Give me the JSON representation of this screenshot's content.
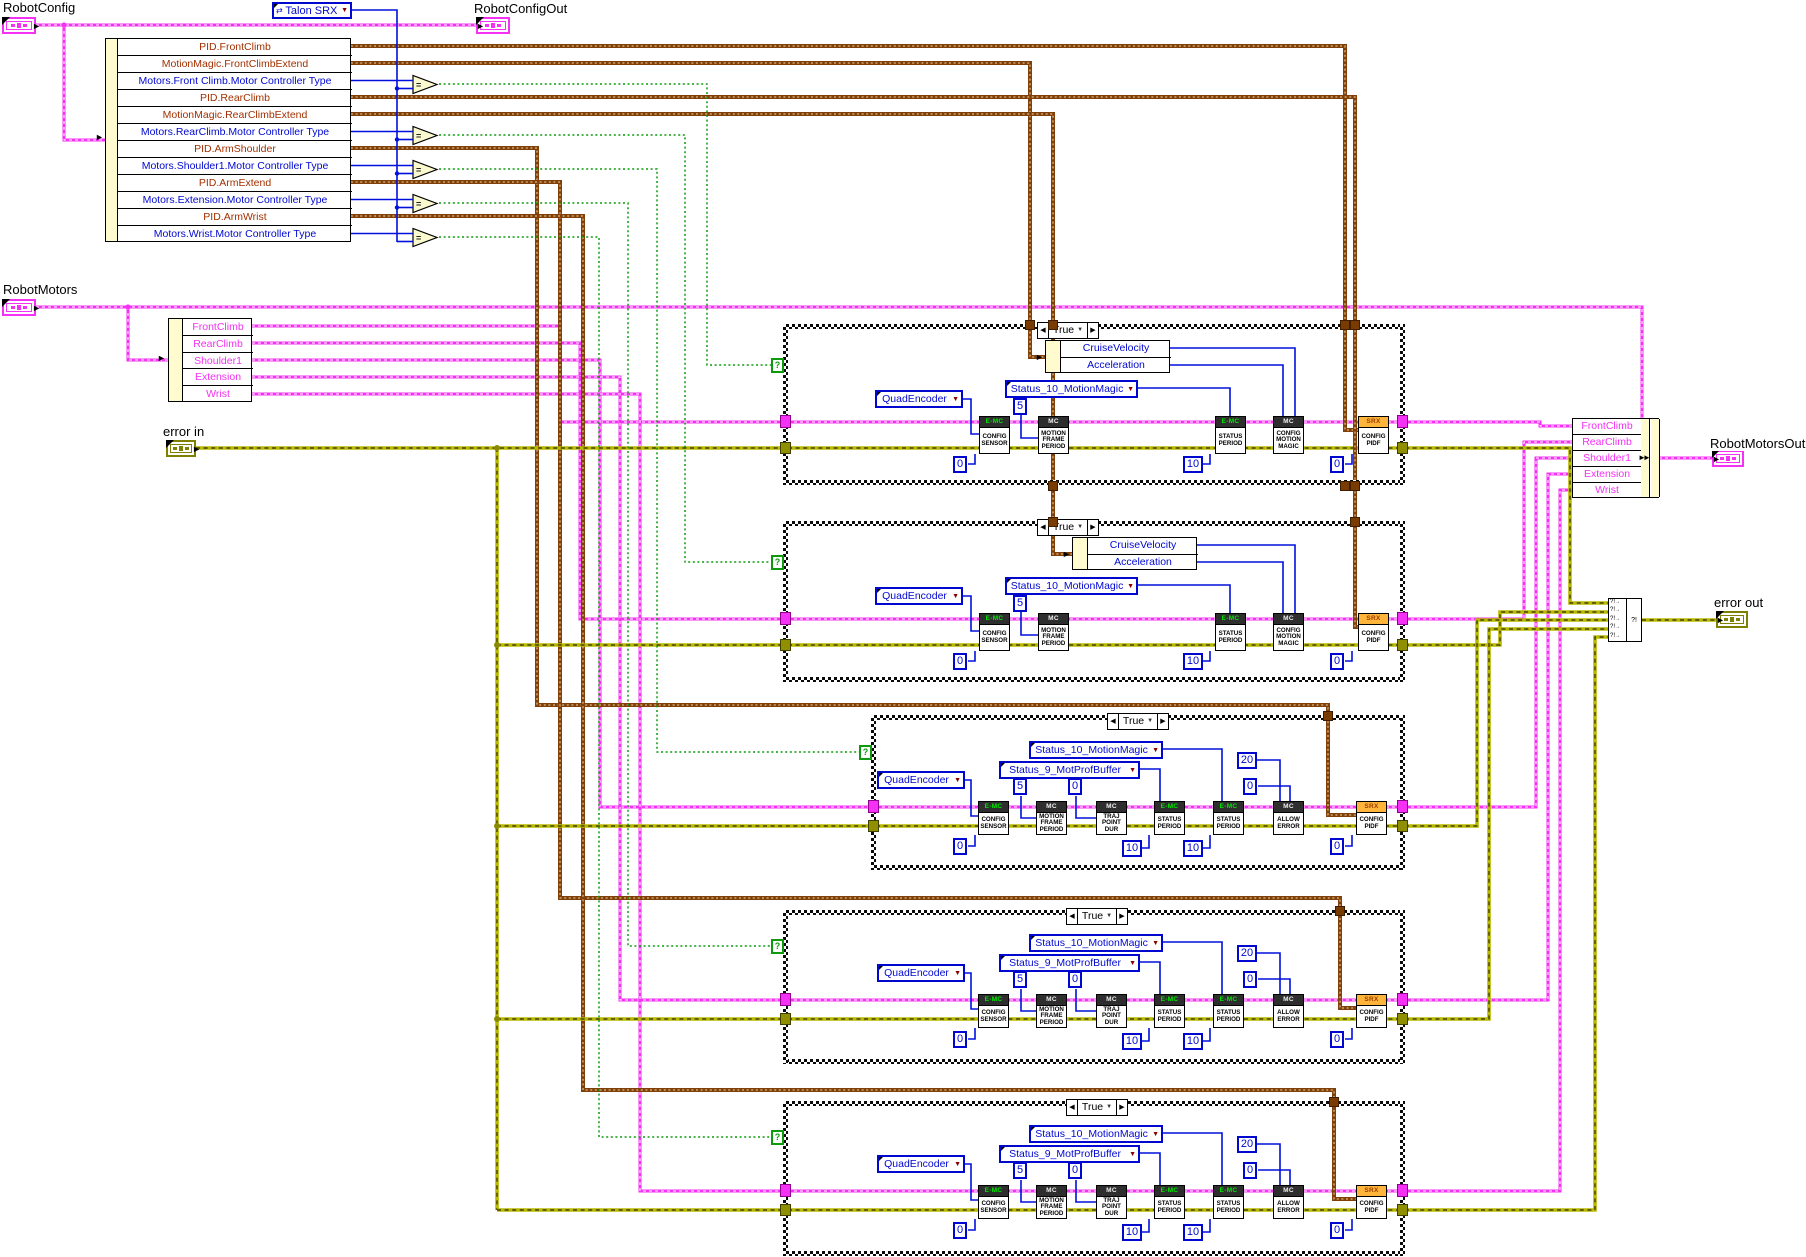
{
  "palette": {
    "wire_pink": "#F431F4",
    "wire_brown": "#81400A",
    "wire_brown_dash": "#DDBA82",
    "wire_blue": "#0010DC",
    "wire_green": "#0D9B0D",
    "wire_olive": "#B9B900",
    "wire_olive_dash": "#2E2E00",
    "cream": "#FFFBCE",
    "enum_blue": "#0008D0",
    "field_red": "#A33000",
    "field_pink": "#F431F4",
    "node_header_bg": "#2E2E2E",
    "emc_green": "#00E800",
    "mc_text": "#F0F0F0",
    "srx_bg": "#FFB43B",
    "srx_text": "#9B3E00",
    "error_olive": "#7F7F00"
  },
  "labels": {
    "robot_config": "RobotConfig",
    "robot_config_out": "RobotConfigOut",
    "robot_motors": "RobotMotors",
    "robot_motors_out": "RobotMotorsOut",
    "error_in": "error in",
    "error_out": "error out"
  },
  "constants": {
    "talon_srx": "Talon SRX"
  },
  "comparison": {
    "equals": "="
  },
  "icons": {
    "dropdown_arrow": "▼",
    "selector_prev": "◀",
    "selector_next": "▶",
    "selector_dropdown": "▼",
    "input_arrow": "►",
    "bundle_arrow": "►►",
    "merge_glyph": "?!",
    "merge_arrow": "→",
    "ring_glyph": "⇄",
    "case_selector_q": "?"
  },
  "config_unbundle": {
    "fields": [
      {
        "label": "PID.FrontClimb",
        "kind": "cluster"
      },
      {
        "label": "MotionMagic.FrontClimbExtend",
        "kind": "cluster"
      },
      {
        "label": "Motors.Front Climb.Motor Controller Type",
        "kind": "enum"
      },
      {
        "label": "PID.RearClimb",
        "kind": "cluster"
      },
      {
        "label": "MotionMagic.RearClimbExtend",
        "kind": "cluster"
      },
      {
        "label": "Motors.RearClimb.Motor Controller Type",
        "kind": "enum"
      },
      {
        "label": "PID.ArmShoulder",
        "kind": "cluster"
      },
      {
        "label": "Motors.Shoulder1.Motor Controller Type",
        "kind": "enum"
      },
      {
        "label": "PID.ArmExtend",
        "kind": "cluster"
      },
      {
        "label": "Motors.Extension.Motor Controller Type",
        "kind": "enum"
      },
      {
        "label": "PID.ArmWrist",
        "kind": "cluster"
      },
      {
        "label": "Motors.Wrist.Motor Controller Type",
        "kind": "enum"
      }
    ]
  },
  "motors_unbundle": {
    "fields": [
      "FrontClimb",
      "RearClimb",
      "Shoulder1",
      "Extension",
      "Wrist"
    ]
  },
  "motors_bundle": {
    "fields": [
      "FrontClimb",
      "RearClimb",
      "Shoulder1",
      "Extension",
      "Wrist"
    ]
  },
  "node_types": {
    "config_sensor": {
      "header": "E-MC",
      "style": "emc",
      "lines": [
        "CONFIG",
        "SENSOR"
      ]
    },
    "motion_frame_period": {
      "header": "MC",
      "style": "mc",
      "lines": [
        "MOTION",
        "FRAME",
        "PERIOD"
      ]
    },
    "status_period": {
      "header": "E-MC",
      "style": "emc",
      "lines": [
        "STATUS",
        "PERIOD"
      ]
    },
    "config_motion_magic": {
      "header": "MC",
      "style": "mc",
      "lines": [
        "CONFIG",
        "MOTION",
        "MAGIC"
      ]
    },
    "traj_point_dur": {
      "header": "MC",
      "style": "mc",
      "lines": [
        "TRAJ",
        "POINT",
        "DUR"
      ]
    },
    "allow_error": {
      "header": "MC",
      "style": "mc",
      "lines": [
        "ALLOW",
        "ERROR"
      ]
    },
    "config_pidf": {
      "header": "SRX",
      "style": "srx",
      "lines": [
        "CONFIG",
        "PIDF"
      ]
    }
  },
  "cases": [
    {
      "selector": "True",
      "style": "motion_magic",
      "unbundle_fields": [
        "CruiseVelocity",
        "Acceleration"
      ],
      "encoder": "QuadEncoder",
      "status_frame": "Status_10_MotionMagic",
      "values": {
        "sensor_zero": "0",
        "frame_ms": "5",
        "status_ms": "10",
        "pidf_zero": "0"
      }
    },
    {
      "selector": "True",
      "style": "motion_magic",
      "unbundle_fields": [
        "CruiseVelocity",
        "Acceleration"
      ],
      "encoder": "QuadEncoder",
      "status_frame": "Status_10_MotionMagic",
      "values": {
        "sensor_zero": "0",
        "frame_ms": "5",
        "status_ms": "10",
        "pidf_zero": "0"
      }
    },
    {
      "selector": "True",
      "style": "motion_profile",
      "encoder": "QuadEncoder",
      "status_frame": "Status_10_MotionMagic",
      "buffer_frame": "Status_9_MotProfBuffer",
      "values": {
        "sensor_zero": "0",
        "frame_ms": "5",
        "traj_zero": "0",
        "allow_twenty": "20",
        "allow_zero": "0",
        "status_ms": "10",
        "status2_ms": "10",
        "pidf_zero": "0"
      }
    },
    {
      "selector": "True",
      "style": "motion_profile",
      "encoder": "QuadEncoder",
      "status_frame": "Status_10_MotionMagic",
      "buffer_frame": "Status_9_MotProfBuffer",
      "values": {
        "sensor_zero": "0",
        "frame_ms": "5",
        "traj_zero": "0",
        "allow_twenty": "20",
        "allow_zero": "0",
        "status_ms": "10",
        "status2_ms": "10",
        "pidf_zero": "0"
      }
    },
    {
      "selector": "True",
      "style": "motion_profile",
      "encoder": "QuadEncoder",
      "status_frame": "Status_10_MotionMagic",
      "buffer_frame": "Status_9_MotProfBuffer",
      "values": {
        "sensor_zero": "0",
        "frame_ms": "5",
        "traj_zero": "0",
        "allow_twenty": "20",
        "allow_zero": "0",
        "status_ms": "10",
        "status2_ms": "10",
        "pidf_zero": "0"
      }
    }
  ]
}
